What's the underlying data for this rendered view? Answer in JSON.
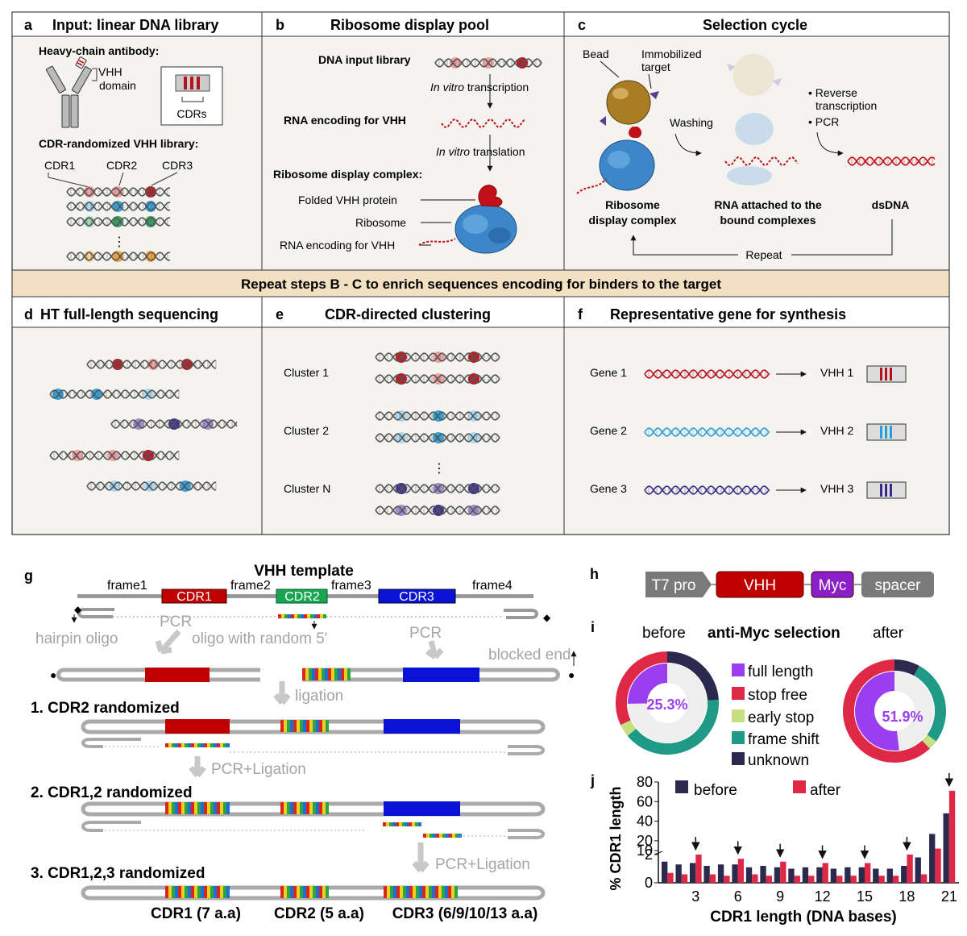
{
  "palette": {
    "panel_bg": "#f4f3ef",
    "banner_bg": "#f3dfc1",
    "red": "#b5121b",
    "pink": "#ef9b9b",
    "blue": "#2a9ed8",
    "light_blue": "#a9d8ef",
    "green": "#2e9a5b",
    "teal": "#1f9a86",
    "orange": "#f0a23a",
    "purple_dark": "#3a2a8a",
    "purple_light": "#9988cc",
    "ribosome_blue": "#3d86c9",
    "bead_gold": "#a97d24",
    "cdr1_red": "#c00000",
    "cdr2_green": "#1aa650",
    "cdr3_blue": "#0a12d6",
    "before_navy": "#2b2a4e",
    "after_red": "#de2845",
    "full_length": "#9b3ef0",
    "stop_free": "#de2845",
    "early_stop": "#c6e07f",
    "frame_shift": "#1f9a86",
    "unknown": "#2b2a4e"
  },
  "panel_a": {
    "letter": "a",
    "title": "Input: linear DNA library",
    "heavy_chain": "Heavy-chain antibody:",
    "vhh": "VHH",
    "domain": "domain",
    "cdrs": "CDRs",
    "library": "CDR-randomized VHH library:",
    "cdr1": "CDR1",
    "cdr2": "CDR2",
    "cdr3": "CDR3",
    "dots": "⋮"
  },
  "panel_b": {
    "letter": "b",
    "title": "Ribosome display pool",
    "dna_input": "DNA input library",
    "in_vitro": "In vitro",
    "transcription": " transcription",
    "rna_encoding": "RNA encoding for VHH",
    "translation": " translation",
    "complex": "Ribosome display complex:",
    "folded": "Folded VHH protein",
    "ribosome": "Ribosome",
    "rna_label": "RNA encoding for VHH"
  },
  "panel_c": {
    "letter": "c",
    "title": "Selection cycle",
    "bead": "Bead",
    "immobilized": "Immobilized",
    "target": "target",
    "washing": "Washing",
    "reverse": "• Reverse",
    "transcription": "transcription",
    "pcr": "• PCR",
    "complex1": "Ribosome",
    "complex2": "display complex",
    "rna1": "RNA attached to the",
    "rna2": "bound complexes",
    "dsdna": "dsDNA",
    "repeat": "Repeat"
  },
  "banner": "Repeat steps B - C to enrich sequences encoding for binders to the target",
  "panel_d": {
    "letter": "d",
    "title": "HT full-length sequencing"
  },
  "panel_e": {
    "letter": "e",
    "title": "CDR-directed clustering",
    "clusters": [
      "Cluster 1",
      "Cluster 2",
      "Cluster N"
    ],
    "dots": "⋮"
  },
  "panel_f": {
    "letter": "f",
    "title": "Representative gene for synthesis",
    "genes": [
      "Gene 1",
      "Gene 2",
      "Gene 3"
    ],
    "vhhs": [
      "VHH 1",
      "VHH 2",
      "VHH 3"
    ]
  },
  "panel_g": {
    "letter": "g",
    "title": "VHH template",
    "frames": [
      "frame1",
      "frame2",
      "frame3",
      "frame4"
    ],
    "cdr1": "CDR1",
    "cdr2": "CDR2",
    "cdr3": "CDR3",
    "pcr": "PCR",
    "hairpin": "hairpin oligo",
    "random": "oligo with random 5'",
    "blocked": "blocked end",
    "ligation": "ligation",
    "step1": "1. CDR2 randomized",
    "pcr_ligation": "PCR+Ligation",
    "step2": "2. CDR1,2 randomized",
    "step3": "3. CDR1,2,3 randomized",
    "bottom_cdr1": "CDR1 (7 a.a)",
    "bottom_cdr2": "CDR2 (5 a.a)",
    "bottom_cdr3": "CDR3 (6/9/10/13 a.a)"
  },
  "panel_h": {
    "letter": "h",
    "parts": [
      "T7 pro",
      "VHH",
      "Myc",
      "spacer"
    ]
  },
  "panel_i": {
    "letter": "i",
    "before": "before",
    "title": "anti-Myc selection",
    "after": "after",
    "legend": [
      "full length",
      "stop free",
      "early stop",
      "frame shift",
      "unknown"
    ],
    "before_pct": "25.3%",
    "after_pct": "51.9%",
    "before_full_length": 25.3,
    "after_full_length": 51.9,
    "before_ring": [
      {
        "name": "unknown",
        "value": 24
      },
      {
        "name": "frame shift",
        "value": 40
      },
      {
        "name": "early stop",
        "value": 4
      },
      {
        "name": "stop free",
        "value": 32
      }
    ],
    "after_ring": [
      {
        "name": "unknown",
        "value": 8
      },
      {
        "name": "frame shift",
        "value": 27
      },
      {
        "name": "early stop",
        "value": 3
      },
      {
        "name": "stop free",
        "value": 62
      }
    ]
  },
  "chart_data": {
    "type": "bar",
    "panel": "j",
    "xlabel": "CDR1 length (DNA bases)",
    "ylabel": "% CDR1 length",
    "categories": [
      1,
      2,
      3,
      4,
      5,
      6,
      7,
      8,
      9,
      10,
      11,
      12,
      13,
      14,
      15,
      16,
      17,
      18,
      19,
      20,
      21
    ],
    "xticks": [
      "3",
      "6",
      "9",
      "12",
      "15",
      "18",
      "21"
    ],
    "yticks": [
      "0",
      "2",
      "10",
      "20",
      "40",
      "60",
      "80"
    ],
    "broken_axis": true,
    "arrows_at": [
      3,
      6,
      9,
      12,
      15,
      18,
      21
    ],
    "legend": [
      "before",
      "after"
    ],
    "series": [
      {
        "name": "before",
        "values": [
          1.5,
          1.3,
          1.4,
          1.2,
          1.3,
          1.3,
          1.1,
          1.2,
          1.1,
          1.0,
          1.1,
          1.1,
          1.0,
          1.1,
          1.1,
          1.0,
          1.0,
          1.2,
          1.8,
          27,
          48
        ]
      },
      {
        "name": "after",
        "values": [
          0.7,
          0.6,
          2.0,
          0.6,
          0.5,
          1.7,
          0.6,
          0.5,
          1.5,
          0.5,
          0.5,
          1.4,
          0.5,
          0.5,
          1.4,
          0.5,
          0.5,
          2.0,
          0.6,
          12,
          71
        ]
      }
    ]
  }
}
